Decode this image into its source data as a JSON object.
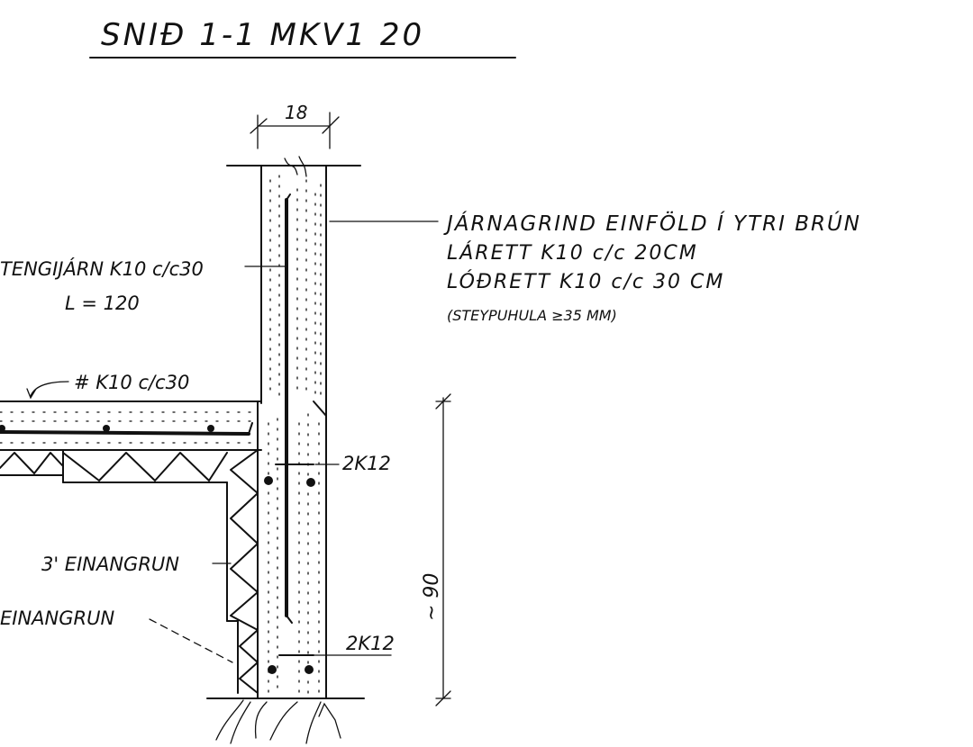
{
  "title": "SNIÐ  1-1  MKV1 20",
  "dimensions": {
    "wall_thickness": "18",
    "foundation_height": "~ 90"
  },
  "labels": {
    "tengijarn_line1": "TENGIJÁRN K10 c/c30",
    "tengijarn_line2": "L = 120",
    "slab_rebar": "# K10 c/c30",
    "rebar_top": "2K12",
    "rebar_bottom": "2K12",
    "insulation_3": "3' EINANGRUN",
    "insulation_other": "EINANGRUN"
  },
  "notes": [
    "JÁRNAGRIND EINFÖLD Í YTRI BRÚN",
    "LÁRETT  K10 c/c 20CM",
    "LÓÐRETT K10 c/c 30 CM",
    "(STEYPUHULA ≥35 MM)"
  ]
}
